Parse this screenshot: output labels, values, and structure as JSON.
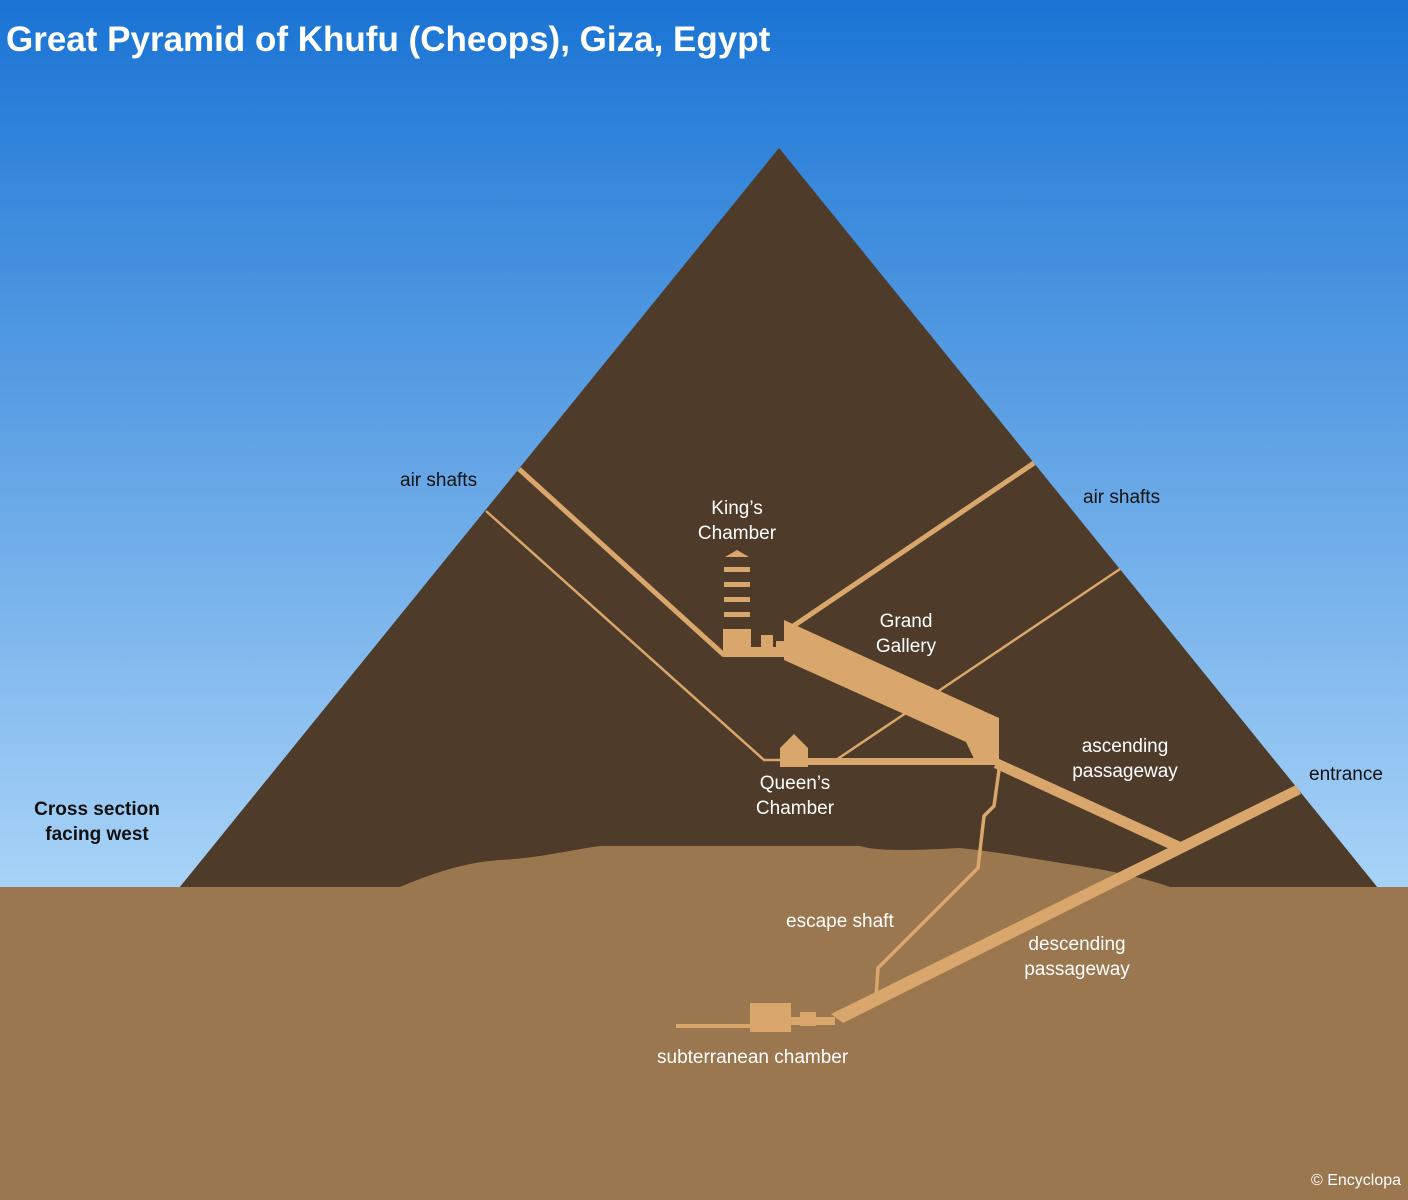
{
  "title": "Great Pyramid of Khufu (Cheops), Giza, Egypt",
  "section_note": "Cross section\nfacing west",
  "labels": {
    "air_shafts_left": "air shafts",
    "air_shafts_right": "air shafts",
    "kings_chamber": "King’s\nChamber",
    "grand_gallery": "Grand\nGallery",
    "queens_chamber": "Queen’s\nChamber",
    "ascending_passageway": "ascending\npassageway",
    "entrance": "entrance",
    "escape_shaft": "escape shaft",
    "descending_passageway": "descending\npassageway",
    "subterranean_chamber": "subterranean chamber"
  },
  "credit": "© Encyclopa",
  "colors": {
    "sky_top": "#1a74d4",
    "sky_bottom": "#a8d3f7",
    "pyramid": "#4e3b29",
    "ground": "#9b774f",
    "passage": "#d9a66b",
    "label_dark": "#111111",
    "label_light": "#ffffff"
  }
}
